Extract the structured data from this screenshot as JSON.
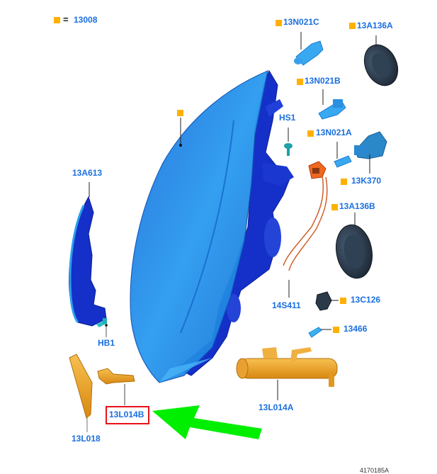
{
  "legend": {
    "symbol": "orange-square",
    "equals": "=",
    "code": "13008"
  },
  "colors": {
    "label": "#1a6fe0",
    "marker": "#ffb000",
    "highlight_box": "#e8101a",
    "arrow": "#00ee00",
    "housing_dark": "#1530c8",
    "lens": "#1e90e8",
    "orange_parts": "#f0a020",
    "wiring": "#e06020",
    "rubber": "#2a3848"
  },
  "parts": [
    {
      "id": "13N021C",
      "label": "13N021C",
      "marker": true
    },
    {
      "id": "13A136A",
      "label": "13A136A",
      "marker": true
    },
    {
      "id": "13N021B",
      "label": "13N021B",
      "marker": true
    },
    {
      "id": "HS1",
      "label": "HS1",
      "marker": false
    },
    {
      "id": "13N021A",
      "label": "13N021A",
      "marker": true
    },
    {
      "id": "13K370",
      "label": "13K370",
      "marker": true
    },
    {
      "id": "13A136B",
      "label": "13A136B",
      "marker": true
    },
    {
      "id": "14S411",
      "label": "14S411",
      "marker": false
    },
    {
      "id": "13C126",
      "label": "13C126",
      "marker": true
    },
    {
      "id": "13466",
      "label": "13466",
      "marker": true
    },
    {
      "id": "13A613",
      "label": "13A613",
      "marker": false
    },
    {
      "id": "HB1",
      "label": "HB1",
      "marker": false
    },
    {
      "id": "13L014A",
      "label": "13L014A",
      "marker": false
    },
    {
      "id": "13L014B",
      "label": "13L014B",
      "marker": false,
      "highlighted": true
    },
    {
      "id": "13L018",
      "label": "13L018",
      "marker": false
    }
  ],
  "headlamp_marker": {
    "label": "",
    "marker": true
  },
  "footer_ref": "4170185A"
}
